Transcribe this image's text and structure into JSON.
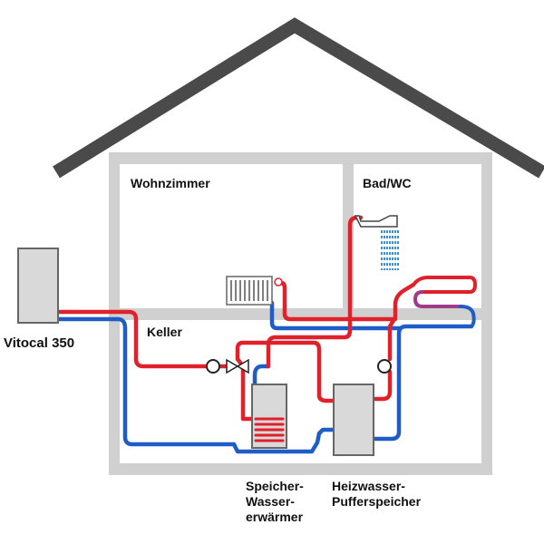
{
  "labels": {
    "living_room": "Wohnzimmer",
    "bathroom": "Bad/WC",
    "basement": "Keller",
    "heat_pump": "Vitocal 350",
    "dhw_tank": [
      "Speicher-",
      "Wasser-",
      "erwärmer"
    ],
    "buffer_tank": [
      "Heizwasser-",
      "Pufferspeicher"
    ]
  },
  "colors": {
    "roof": "#4a4a4a",
    "wall": "#d0d0d0",
    "flow_pipe": "#e0202a",
    "return_pipe": "#1e5cc8",
    "water": "#3a8fd8",
    "device_fill": "#d9d9d9",
    "device_stroke": "#666666"
  },
  "icons": [
    "shower-icon",
    "radiator-icon",
    "pump-icon",
    "mixing-valve-icon",
    "floor-heating-icon"
  ]
}
